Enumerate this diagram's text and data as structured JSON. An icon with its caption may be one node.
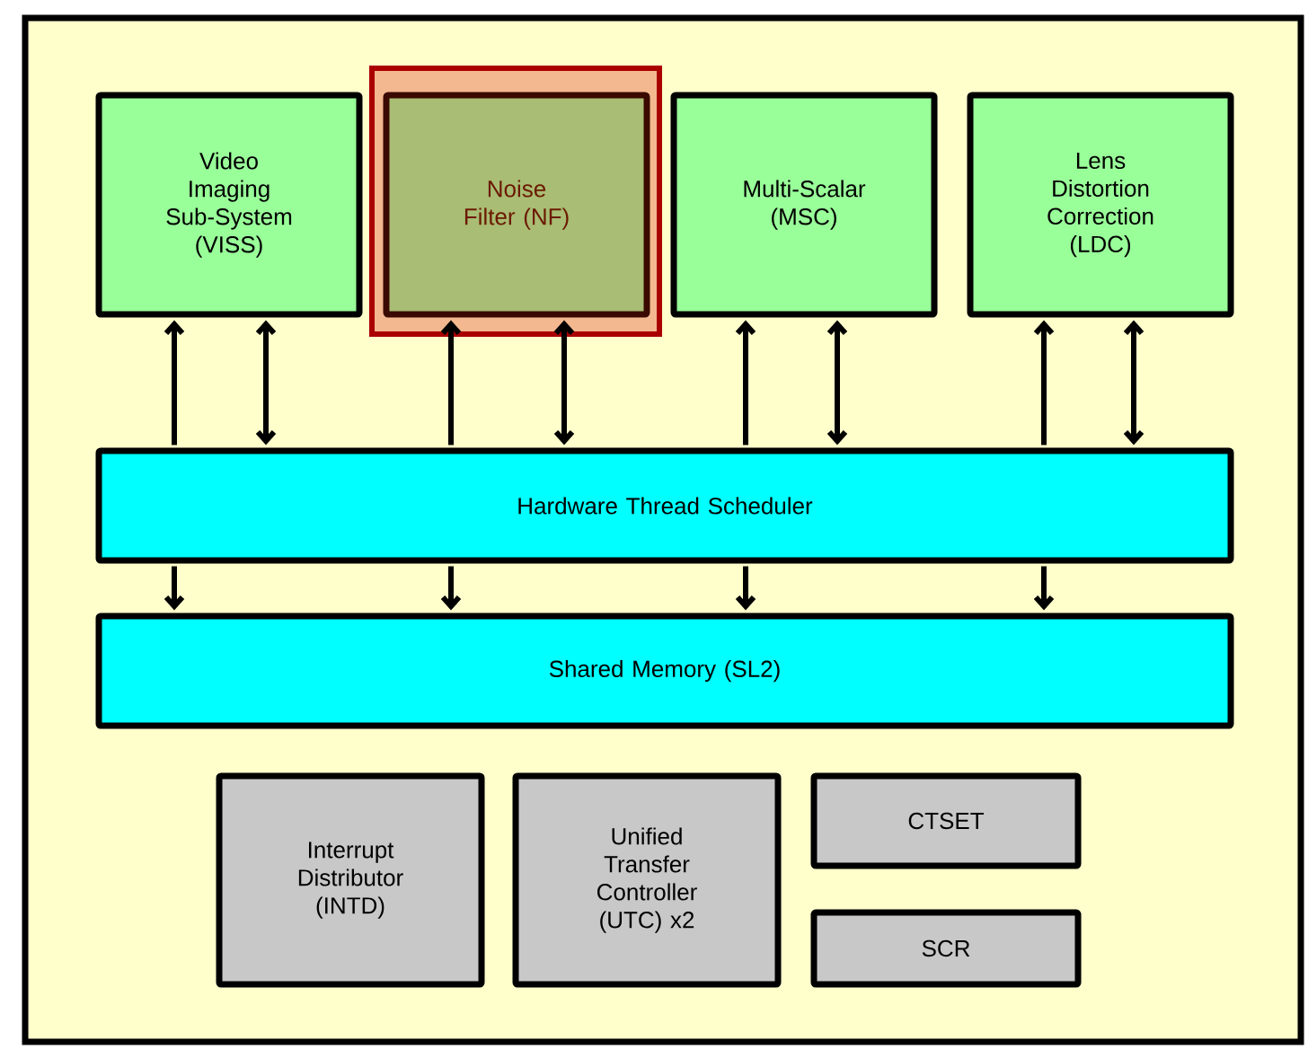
{
  "diagram": {
    "nodes": [
      {
        "text": [],
        "shape": "box"
      },
      {
        "text": [
          "Video Imaging Sub-System (VISS)"
        ],
        "in": 0
      },
      {
        "text": [],
        "shape": "box",
        "in": 0
      },
      {
        "text": [
          "Noise Filter (NF)"
        ],
        "in": 2
      },
      {
        "text": [
          "Multi-Scalar (MSC)"
        ],
        "in": 0
      },
      {
        "text": [
          "Lens Distortion Correction (LDC)"
        ],
        "in": 0
      },
      {
        "text": [
          "Hardware Thread Scheduler"
        ],
        "in": 0
      },
      {
        "text": [
          "Shared Memory (SL2)"
        ],
        "in": 0
      },
      {
        "text": [
          "Interrupt Distributor (INTD)"
        ],
        "in": 0
      },
      {
        "text": [
          "Unified Transfer Controller (UTC) x2"
        ],
        "in": 0
      },
      {
        "text": [
          "CTSET"
        ],
        "in": 0
      },
      {
        "text": [
          "SCR"
        ],
        "in": 0
      }
    ],
    "edges": [
      {
        "from": 6,
        "to": 1,
        "arrow": "to"
      },
      {
        "from": 6,
        "to": 1,
        "arrow": "both"
      },
      {
        "from": 6,
        "to": 3,
        "arrow": "to"
      },
      {
        "from": 6,
        "to": 3,
        "arrow": "both"
      },
      {
        "from": 6,
        "to": 4,
        "arrow": "to"
      },
      {
        "from": 6,
        "to": 4,
        "arrow": "both"
      },
      {
        "from": 6,
        "to": 5,
        "arrow": "to"
      },
      {
        "from": 6,
        "to": 5,
        "arrow": "both"
      },
      {
        "from": 6,
        "to": 7,
        "arrow": "to"
      },
      {
        "from": 6,
        "to": 7,
        "arrow": "to"
      },
      {
        "from": 6,
        "to": 7,
        "arrow": "to"
      },
      {
        "from": 6,
        "to": 7,
        "arrow": "to"
      }
    ]
  }
}
